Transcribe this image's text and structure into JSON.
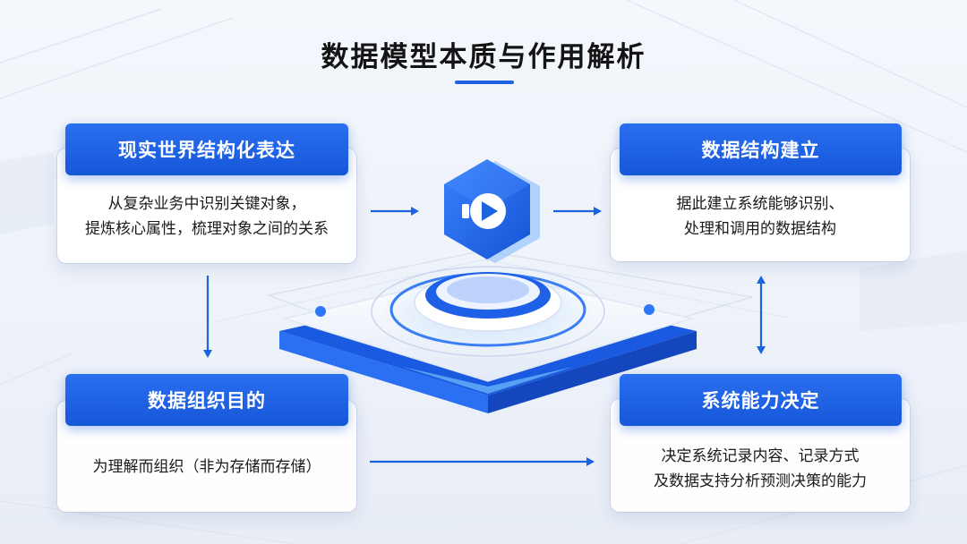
{
  "title": "数据模型本质与作用解析",
  "colors": {
    "accent": "#1d63e0",
    "header_blue": "#1657d8",
    "background": "#eef2f9"
  },
  "center_icon": "play-hexagon-icon",
  "cards": {
    "reality": {
      "header": "现实世界结构化表达",
      "lines": [
        "从复杂业务中识别关键对象，",
        "提炼核心属性，梳理对象之间的关系"
      ]
    },
    "structure": {
      "header": "数据结构建立",
      "lines": [
        "据此建立系统能够识别、",
        "处理和调用的数据结构"
      ]
    },
    "purpose": {
      "header": "数据组织目的",
      "lines": [
        "为理解而组织（非为存储而存储）"
      ]
    },
    "capability": {
      "header": "系统能力决定",
      "lines": [
        "决定系统记录内容、记录方式",
        "及数据支持分析预测决策的能力"
      ]
    }
  }
}
